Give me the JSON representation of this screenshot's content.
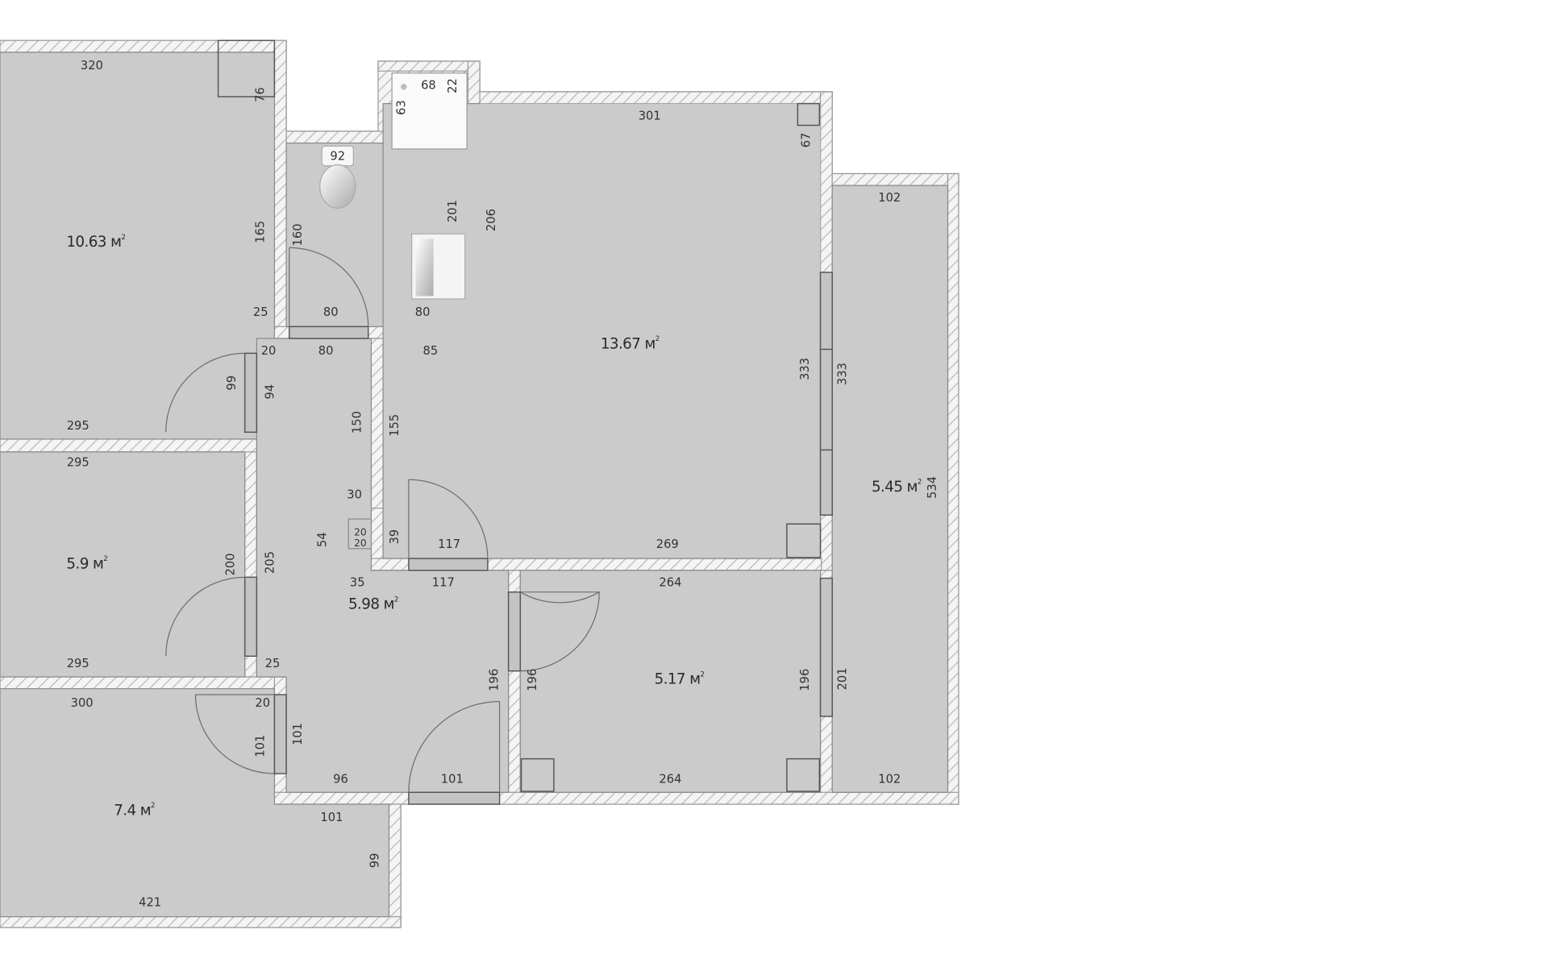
{
  "plan": {
    "unit_suffix": "м",
    "rooms": [
      {
        "id": "room-1",
        "area": "10.63",
        "dims": [
          "320",
          "76",
          "165",
          "25",
          "295"
        ]
      },
      {
        "id": "bathroom",
        "area": "",
        "dims": [
          "92",
          "68",
          "22",
          "63",
          "201",
          "160",
          "80",
          "80",
          "206"
        ]
      },
      {
        "id": "living-room",
        "area": "13.67",
        "dims": [
          "301",
          "67",
          "85",
          "155",
          "333",
          "269"
        ]
      },
      {
        "id": "balcony",
        "area": "5.45",
        "dims": [
          "102",
          "333",
          "534",
          "201",
          "102"
        ]
      },
      {
        "id": "room-2",
        "area": "5.9",
        "dims": [
          "295",
          "200",
          "295"
        ]
      },
      {
        "id": "hall",
        "area": "5.98",
        "dims": [
          "20",
          "80",
          "99",
          "94",
          "150",
          "30",
          "54",
          "205",
          "25",
          "20",
          "101",
          "96",
          "35",
          "117"
        ]
      },
      {
        "id": "kitchen",
        "area": "5.17",
        "dims": [
          "264",
          "196",
          "196",
          "264"
        ]
      },
      {
        "id": "room-3",
        "area": "7.4",
        "dims": [
          "300",
          "101",
          "101",
          "99",
          "421"
        ]
      }
    ],
    "labels": {
      "a_10_63": "10.63 м",
      "a_13_67": "13.67 м",
      "a_5_45": "5.45 м",
      "a_5_9": "5.9 м",
      "a_5_98": "5.98 м",
      "a_5_17": "5.17 м",
      "a_7_4": "7.4 м",
      "d320": "320",
      "d76": "76",
      "d165": "165",
      "d25a": "25",
      "d295a": "295",
      "d295b": "295",
      "d295c": "295",
      "d92": "92",
      "d68": "68",
      "d22": "22",
      "d63": "63",
      "d201a": "201",
      "d160": "160",
      "d80a": "80",
      "d80b": "80",
      "d206": "206",
      "d301": "301",
      "d67": "67",
      "d85": "85",
      "d155": "155",
      "d333a": "333",
      "d269": "269",
      "d102a": "102",
      "d333b": "333",
      "d534": "534",
      "d201b": "201",
      "d102b": "102",
      "d200": "200",
      "d20a": "20",
      "d80c": "80",
      "d99a": "99",
      "d94": "94",
      "d150": "150",
      "d30": "30",
      "d54": "54",
      "d205": "205",
      "d25b": "25",
      "d20b": "20",
      "d101a": "101",
      "d101b": "101",
      "d96": "96",
      "d35": "35",
      "d117a": "117",
      "d117b": "117",
      "d39": "39",
      "d20c": "20",
      "d20d": "20",
      "d264a": "264",
      "d196a": "196",
      "d196b": "196",
      "d196c": "196",
      "d264b": "264",
      "d101c": "101",
      "d101d": "101",
      "d300": "300",
      "d99b": "99",
      "d421": "421",
      "sup": "2"
    }
  }
}
